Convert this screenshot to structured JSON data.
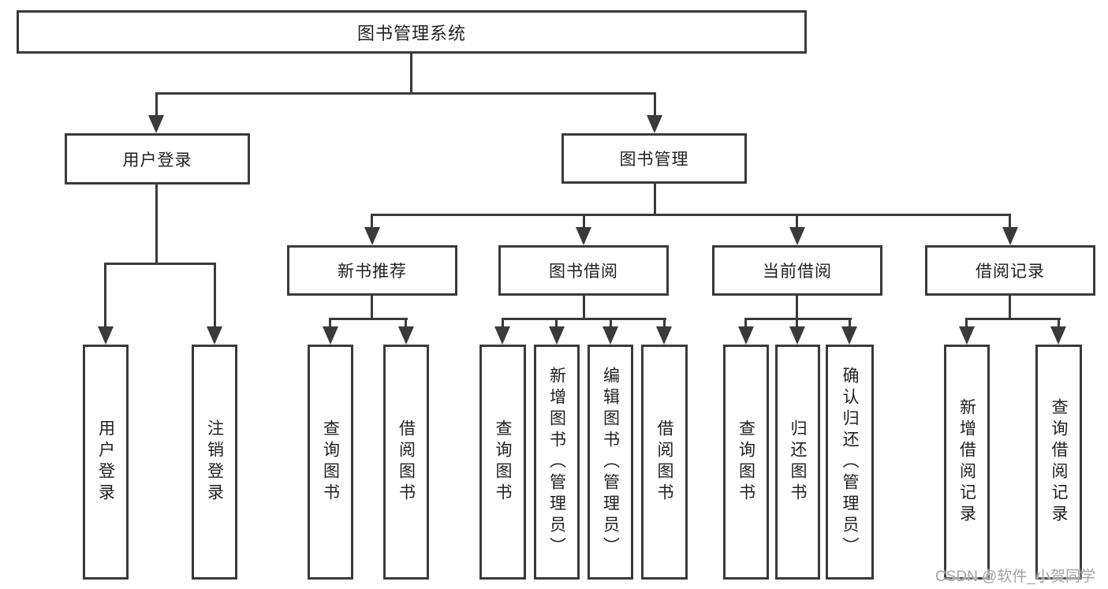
{
  "diagram_title": "图书管理系统",
  "tree": {
    "root": {
      "label": "图书管理系统"
    },
    "branches": [
      {
        "label": "用户登录",
        "children": [
          {
            "label": "用户登录"
          },
          {
            "label": "注销登录"
          }
        ]
      },
      {
        "label": "图书管理",
        "children": [
          {
            "label": "新书推荐",
            "children": [
              {
                "label": "查询图书"
              },
              {
                "label": "借阅图书"
              }
            ]
          },
          {
            "label": "图书借阅",
            "children": [
              {
                "label": "查询图书"
              },
              {
                "label": "新增图书（管理员）"
              },
              {
                "label": "编辑图书（管理员）"
              },
              {
                "label": "借阅图书"
              }
            ]
          },
          {
            "label": "当前借阅",
            "children": [
              {
                "label": "查询图书"
              },
              {
                "label": "归还图书"
              },
              {
                "label": "确认归还（管理员）"
              }
            ]
          },
          {
            "label": "借阅记录",
            "children": [
              {
                "label": "新增借阅记录"
              },
              {
                "label": "查询借阅记录"
              }
            ]
          }
        ]
      }
    ]
  },
  "watermark": {
    "text": "CSDN @软件_小贺同学"
  },
  "colors": {
    "line": "#3a3a3a",
    "text": "#1f1f1f",
    "background": "#ffffff",
    "watermark": "#a3a3a3"
  }
}
